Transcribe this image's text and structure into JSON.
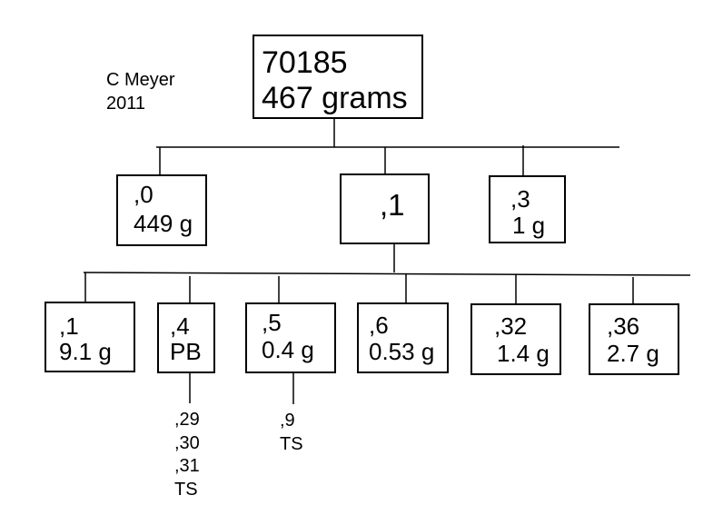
{
  "author": {
    "name": "C Meyer",
    "year": "2011"
  },
  "root": {
    "id": "70185",
    "weight": "467 grams"
  },
  "level1": [
    {
      "id": ",0",
      "weight": "449 g"
    },
    {
      "id": ",1",
      "weight": ""
    },
    {
      "id": ",3",
      "weight": "1 g"
    }
  ],
  "level2": [
    {
      "id": ",1",
      "weight": "9.1 g"
    },
    {
      "id": ",4",
      "weight": "PB"
    },
    {
      "id": ",5",
      "weight": "0.4 g"
    },
    {
      "id": ",6",
      "weight": "0.53 g"
    },
    {
      "id": ",32",
      "weight": "1.4 g"
    },
    {
      "id": ",36",
      "weight": "2.7 g"
    }
  ],
  "sub_of_4": [
    ",29",
    ",30",
    ",31",
    "TS"
  ],
  "sub_of_5": [
    ",9",
    "TS"
  ]
}
